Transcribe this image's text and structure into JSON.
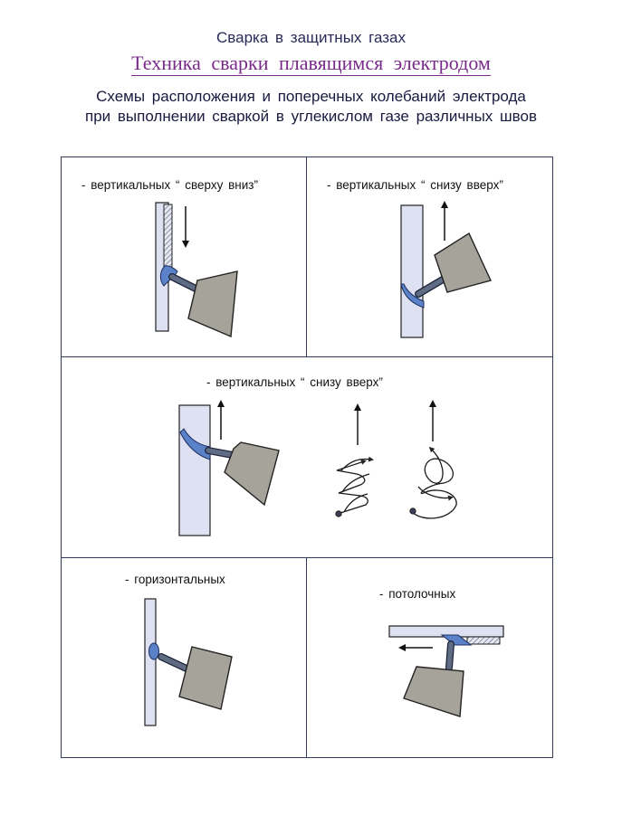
{
  "header": {
    "topic": "Сварка  в  защитных  газах",
    "subtitle": "Техника  сварки  плавящимся  электродом",
    "description_line1": "Схемы  расположения  и  поперечных  колебаний  электрода",
    "description_line2": "при  выполнении  сваркой  в  углекислом  газе  различных  швов"
  },
  "panels": {
    "vertical_down": {
      "caption": "- вертикальных “ сверху  вниз”"
    },
    "vertical_up": {
      "caption": "- вертикальных “ снизу  вверх”"
    },
    "vertical_up_oscillation": {
      "caption": "- вертикальных “ снизу  вверх”"
    },
    "horizontal": {
      "caption": "- горизонтальных"
    },
    "overhead": {
      "caption": "- потолочных"
    }
  },
  "colors": {
    "plate": "#dde1f1",
    "weld_pool": "#5b82c9",
    "holder": "#a5a39a",
    "electrode": "#5f6c84",
    "frame": "#333a5a"
  }
}
